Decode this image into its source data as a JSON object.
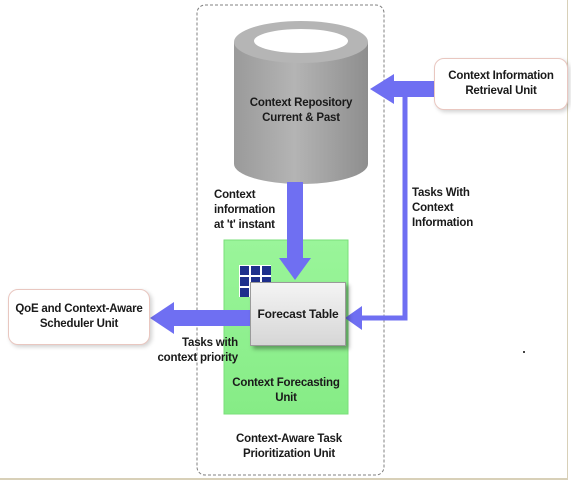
{
  "nodes": {
    "repository": {
      "line1": "Context Repository",
      "line2": "Current & Past"
    },
    "retrieval_unit": {
      "line1": "Context Information",
      "line2": "Retrieval Unit"
    },
    "scheduler_unit": {
      "line1": "QoE and Context-Aware",
      "line2": "Scheduler Unit"
    },
    "forecast_table": {
      "label": "Forecast Table"
    },
    "forecasting_unit": {
      "line1": "Context Forecasting",
      "line2": "Unit"
    },
    "prioritization_unit": {
      "line1": "Context-Aware Task",
      "line2": "Prioritization Unit"
    }
  },
  "edges": {
    "context_info": {
      "line1": "Context",
      "line2": "information",
      "line3": "at 't' instant"
    },
    "tasks_with_info": {
      "line1": "Tasks With",
      "line2": "Context",
      "line3": "Information"
    },
    "tasks_priority": {
      "line1": "Tasks with",
      "line2": "context priority"
    }
  },
  "colors": {
    "arrow": "#6f6ff2",
    "forecasting_unit_fill": "#90f090",
    "grid_icon": "#1e2f8c",
    "cylinder": "#aaaaaa"
  }
}
